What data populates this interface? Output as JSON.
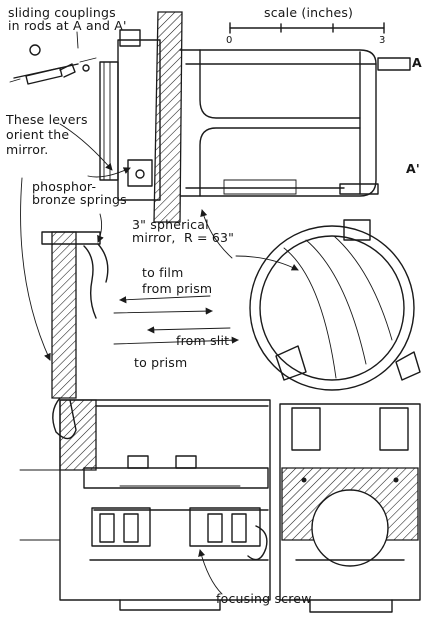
{
  "labels": {
    "sliding_couplings": "sliding couplings\nin rods at A and A'",
    "scale": "scale (inches)",
    "scale_zero": "0",
    "scale_three": "3",
    "point_a": "A",
    "point_a_prime": "A'",
    "levers": "These levers\norient the\nmirror.",
    "springs": "phosphor-\nbronze springs",
    "mirror": "3\" spherical\nmirror,  R = 63\"",
    "to_film": "to film",
    "from_prism": "from prism",
    "from_slit": "from slit",
    "to_prism": "to prism",
    "focusing_screw": "focusing screw"
  }
}
